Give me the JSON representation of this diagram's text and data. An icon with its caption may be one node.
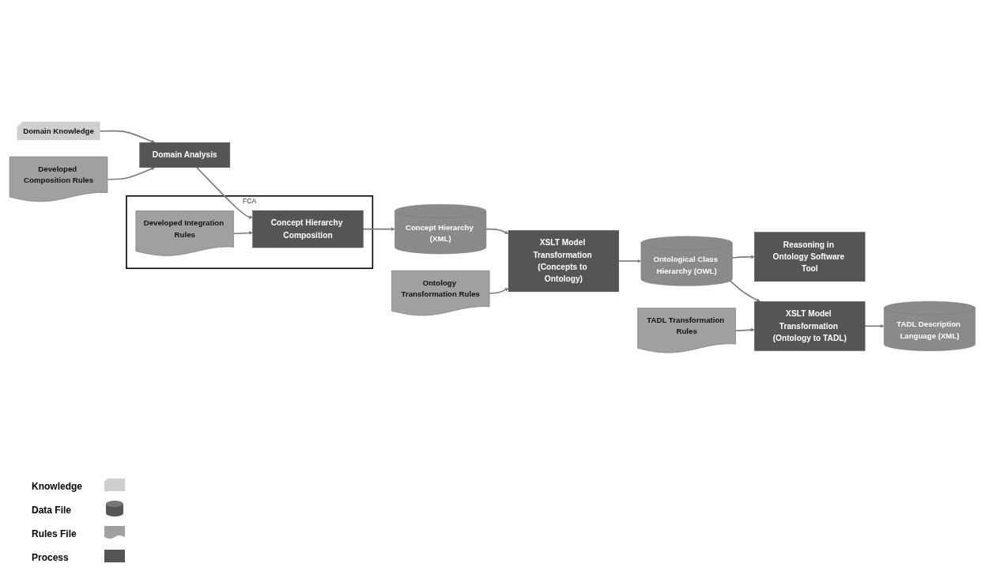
{
  "diagram": {
    "nodes": [
      {
        "text": [
          "Domain Knowledge"
        ]
      },
      {
        "text": [
          "Domain Analysis"
        ]
      },
      {
        "text": [
          "Developed Composition Rules"
        ]
      },
      {
        "text": [
          "FCA"
        ]
      },
      {
        "text": [
          "Concept Hierarchy Composition"
        ],
        "in": 3
      },
      {
        "text": [
          "Developed Integration Rules"
        ],
        "in": 3
      },
      {
        "text": [
          "Concept Hierarchy (XML)"
        ]
      },
      {
        "text": [
          "Ontology Transformation Rules"
        ]
      },
      {
        "text": [
          "XSLT Model Transformation (Concepts to Ontology)"
        ]
      },
      {
        "text": [
          "Ontological Class Hierarchy (OWL)"
        ]
      },
      {
        "text": [
          "Reasoning in Ontology Software Tool"
        ]
      },
      {
        "text": [
          "TADL Transformation Rules"
        ]
      },
      {
        "text": [
          "XSLT Model Transformation (Ontology to TADL)"
        ]
      },
      {
        "text": [
          "TADL Description Language (XML)"
        ]
      }
    ],
    "edges": [
      {
        "from": 0,
        "to": 1,
        "arrow": "to"
      },
      {
        "from": 2,
        "to": 1,
        "arrow": "to"
      },
      {
        "from": 1,
        "to": 4,
        "arrow": "to"
      },
      {
        "from": 5,
        "to": 4,
        "arrow": "to"
      },
      {
        "from": 4,
        "to": 6,
        "arrow": "to"
      },
      {
        "from": 6,
        "to": 8,
        "arrow": "to"
      },
      {
        "from": 7,
        "to": 8,
        "arrow": "to"
      },
      {
        "from": 8,
        "to": 9,
        "arrow": "to"
      },
      {
        "from": 9,
        "to": 10,
        "arrow": "to"
      },
      {
        "from": 9,
        "to": 12,
        "arrow": "to"
      },
      {
        "from": 11,
        "to": 12,
        "arrow": "to"
      },
      {
        "from": 12,
        "to": 13,
        "arrow": "to"
      }
    ],
    "legend": [
      {
        "text": "Knowledge"
      },
      {
        "text": "Data File"
      },
      {
        "text": "Rules File"
      },
      {
        "text": "Process"
      }
    ]
  }
}
